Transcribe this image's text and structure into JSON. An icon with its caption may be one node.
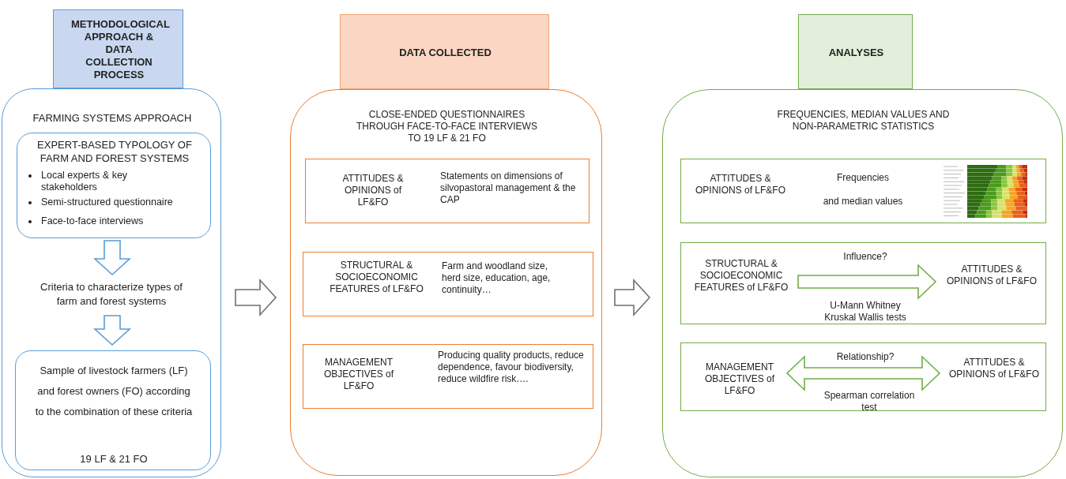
{
  "diagram": {
    "nodes": [
      {
        "text": [
          "METHODOLOGICAL APPROACH & DATA COLLECTION PROCESS"
        ]
      },
      {
        "text": [
          "FARMING SYSTEMS APPROACH"
        ]
      },
      {
        "text": [
          "EXPERT-BASED TYPOLOGY OF FARM AND FOREST SYSTEMS",
          "Local experts & key stakeholders",
          "Semi-structured questionnaire",
          "Face-to-face interviews"
        ],
        "in": 1
      },
      {
        "text": [
          "Criteria to characterize  types of farm and forest systems"
        ],
        "in": 1
      },
      {
        "text": [
          "Sample of livestock farmers (LF) and forest owners (FO) according to the combination of these criteria",
          "19 LF & 21 FO"
        ],
        "in": 1
      },
      {
        "text": [
          "DATA COLLECTED"
        ]
      },
      {
        "text": [
          "CLOSE-ENDED QUESTIONNAIRES THROUGH FACE-TO-FACE INTERVIEWS TO 19 LF & 21 FO"
        ]
      },
      {
        "text": [
          "ATTITUDES & OPINIONS of LF&FO",
          "Statements on dimensions of silvopastoral management & the CAP"
        ],
        "in": 6
      },
      {
        "text": [
          "STRUCTURAL & SOCIOECONOMIC FEATURES of LF&FO",
          "Farm and woodland size, herd size, education, age, continuity…"
        ],
        "in": 6
      },
      {
        "text": [
          "MANAGEMENT OBJECTIVES of LF&FO",
          "Producing quality products, reduce dependence, favour biodiversity, reduce wildfire risk…."
        ],
        "in": 6
      },
      {
        "text": [
          "ANALYSES"
        ]
      },
      {
        "text": [
          "FREQUENCIES, MEDIAN VALUES AND NON-PARAMETRIC STATISTICS"
        ]
      },
      {
        "text": [
          "ATTITUDES & OPINIONS of LF&FO",
          "Frequencies",
          "and median values"
        ],
        "in": 11
      },
      {
        "text": [],
        "shape": "box",
        "in": 11
      },
      {
        "text": [
          "STRUCTURAL & SOCIOECONOMIC FEATURES of LF&FO"
        ],
        "in": 13
      },
      {
        "text": [
          "ATTITUDES & OPINIONS of LF&FO"
        ],
        "in": 13
      },
      {
        "text": [],
        "shape": "box",
        "in": 11
      },
      {
        "text": [
          "MANAGEMENT OBJECTIVES of LF&FO"
        ],
        "in": 16
      },
      {
        "text": [
          "ATTITUDES & OPINIONS of LF&FO"
        ],
        "in": 16
      }
    ],
    "edges": [
      {
        "from": 2,
        "to": 3,
        "arrow": "to",
        "color": "#5b9bd5"
      },
      {
        "from": 3,
        "to": 4,
        "arrow": "to",
        "color": "#5b9bd5"
      },
      {
        "from": 1,
        "to": 6,
        "arrow": "to",
        "color": "#6f6f6f"
      },
      {
        "from": 6,
        "to": 11,
        "arrow": "to",
        "color": "#6f6f6f"
      },
      {
        "from": 14,
        "to": 15,
        "arrow": "to",
        "label": "Influence?",
        "color": "#70ad47"
      },
      {
        "from": 17,
        "to": 18,
        "arrow": "both",
        "label": "Relationship?",
        "color": "#70ad47"
      }
    ],
    "labels": [
      "U-Mann Whitney Kruskal Wallis tests",
      "Spearman correlation test"
    ]
  }
}
